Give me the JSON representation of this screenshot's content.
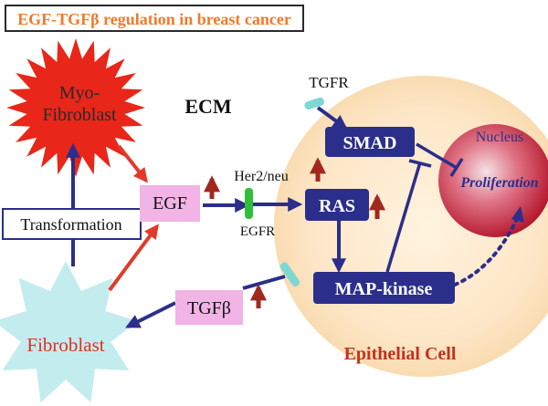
{
  "title": "EGF-TGFβ regulation in breast cancer",
  "labels": {
    "myofibroblast_line1": "Myo-",
    "myofibroblast_line2": "Fibroblast",
    "ecm": "ECM",
    "egf": "EGF",
    "transformation": "Transformation",
    "fibroblast": "Fibroblast",
    "tgfb": "TGFβ",
    "tgfr": "TGFR",
    "her2": "Her2/neu",
    "egfr": "EGFR",
    "smad": "SMAD",
    "ras": "RAS",
    "mapk": "MAP-kinase",
    "nucleus": "Nucleus",
    "proliferation": "Proliferation",
    "epithelial_cell": "Epithelial Cell"
  },
  "colors": {
    "title_text": "#f07a2a",
    "red_star": "#e8261a",
    "cyan_star": "#c3ecee",
    "pink_box": "#f2b3e6",
    "navy_box": "#2b2e8a",
    "arrow_blue": "#2b2e8a",
    "arrow_red": "#e23a2a",
    "up_arrow": "#a0281e",
    "cell": "#fde6c6",
    "nucleus": "#c9243c",
    "egfr_receptor": "#2fbf3a",
    "tgfr_receptor": "#7fd7d4"
  }
}
